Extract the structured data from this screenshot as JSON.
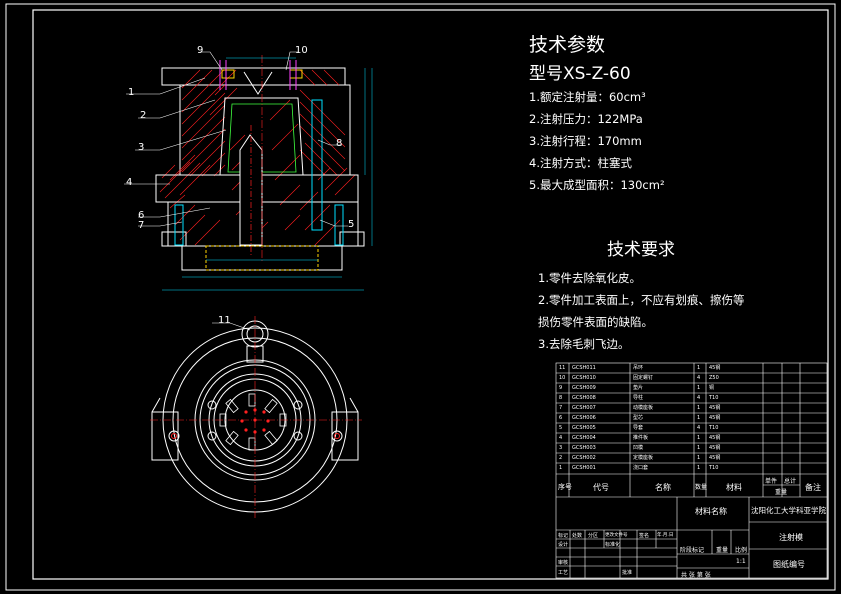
{
  "tech_params": {
    "title": "技术参数",
    "model": "型号XS-Z-60",
    "items": [
      "1.额定注射量：60cm³",
      "2.注射压力：122MPa",
      "3.注射行程：170mm",
      "4.注射方式：柱塞式",
      "5.最大成型面积：130cm²"
    ]
  },
  "tech_requirements": {
    "title": "技术要求",
    "lines": [
      "1.零件去除氧化皮。",
      "2.零件加工表面上，不应有划痕、擦伤等",
      "损伤零件表面的缺陷。",
      "3.去除毛刺飞边。"
    ]
  },
  "leaders": [
    "1",
    "2",
    "3",
    "4",
    "5",
    "6",
    "7",
    "8",
    "9",
    "10",
    "11"
  ],
  "bom": {
    "rows": [
      {
        "no": "11",
        "code": "GCSH011",
        "name": "吊环",
        "qty": "1",
        "mat": "45钢"
      },
      {
        "no": "10",
        "code": "GCSH010",
        "name": "固定螺钉",
        "qty": "4",
        "mat": "Z50"
      },
      {
        "no": "9",
        "code": "GCSH009",
        "name": "垫片",
        "qty": "1",
        "mat": "铜"
      },
      {
        "no": "8",
        "code": "GCSH008",
        "name": "导柱",
        "qty": "4",
        "mat": "T10"
      },
      {
        "no": "7",
        "code": "GCSH007",
        "name": "动模座板",
        "qty": "1",
        "mat": "45钢"
      },
      {
        "no": "6",
        "code": "GCSH006",
        "name": "型芯",
        "qty": "1",
        "mat": "45钢"
      },
      {
        "no": "5",
        "code": "GCSH005",
        "name": "导套",
        "qty": "4",
        "mat": "T10"
      },
      {
        "no": "4",
        "code": "GCSH004",
        "name": "推件板",
        "qty": "1",
        "mat": "45钢"
      },
      {
        "no": "3",
        "code": "GCSH003",
        "name": "凹模",
        "qty": "1",
        "mat": "45钢"
      },
      {
        "no": "2",
        "code": "GCSH002",
        "name": "定模座板",
        "qty": "1",
        "mat": "45钢"
      },
      {
        "no": "1",
        "code": "GCSH001",
        "name": "浇口套",
        "qty": "1",
        "mat": "T10"
      }
    ],
    "header": {
      "no": "序号",
      "code": "代号",
      "name": "名称",
      "qty": "数量",
      "mat": "材料",
      "unit_weight": "单件",
      "total_weight": "总计",
      "weight": "重量",
      "remark": "备注"
    }
  },
  "title_block": {
    "material": "材料名称",
    "school": "沈阳化工大学科亚学院",
    "drawing_name": "注射模",
    "drawing_no": "图纸编号",
    "stage": "阶段标记",
    "weight": "重量",
    "scale": "比例",
    "scale_value": "1:1",
    "sheets": "共  张  第  张",
    "tiny": {
      "row1": [
        "标记",
        "处数",
        "分区",
        "更改文件号",
        "签名",
        "年.月.日"
      ],
      "row2": [
        "设计",
        "",
        "标准化",
        "",
        "",
        ""
      ],
      "rows": [
        "审核",
        "",
        "",
        "工艺",
        "",
        "批准"
      ]
    }
  },
  "colors": {
    "line": "#ffffff",
    "red": "#ff2020",
    "yellow": "#ffd400",
    "cyan": "#00e0ff",
    "magenta": "#ff40ff",
    "green": "#40ff40",
    "blue": "#4060ff"
  }
}
